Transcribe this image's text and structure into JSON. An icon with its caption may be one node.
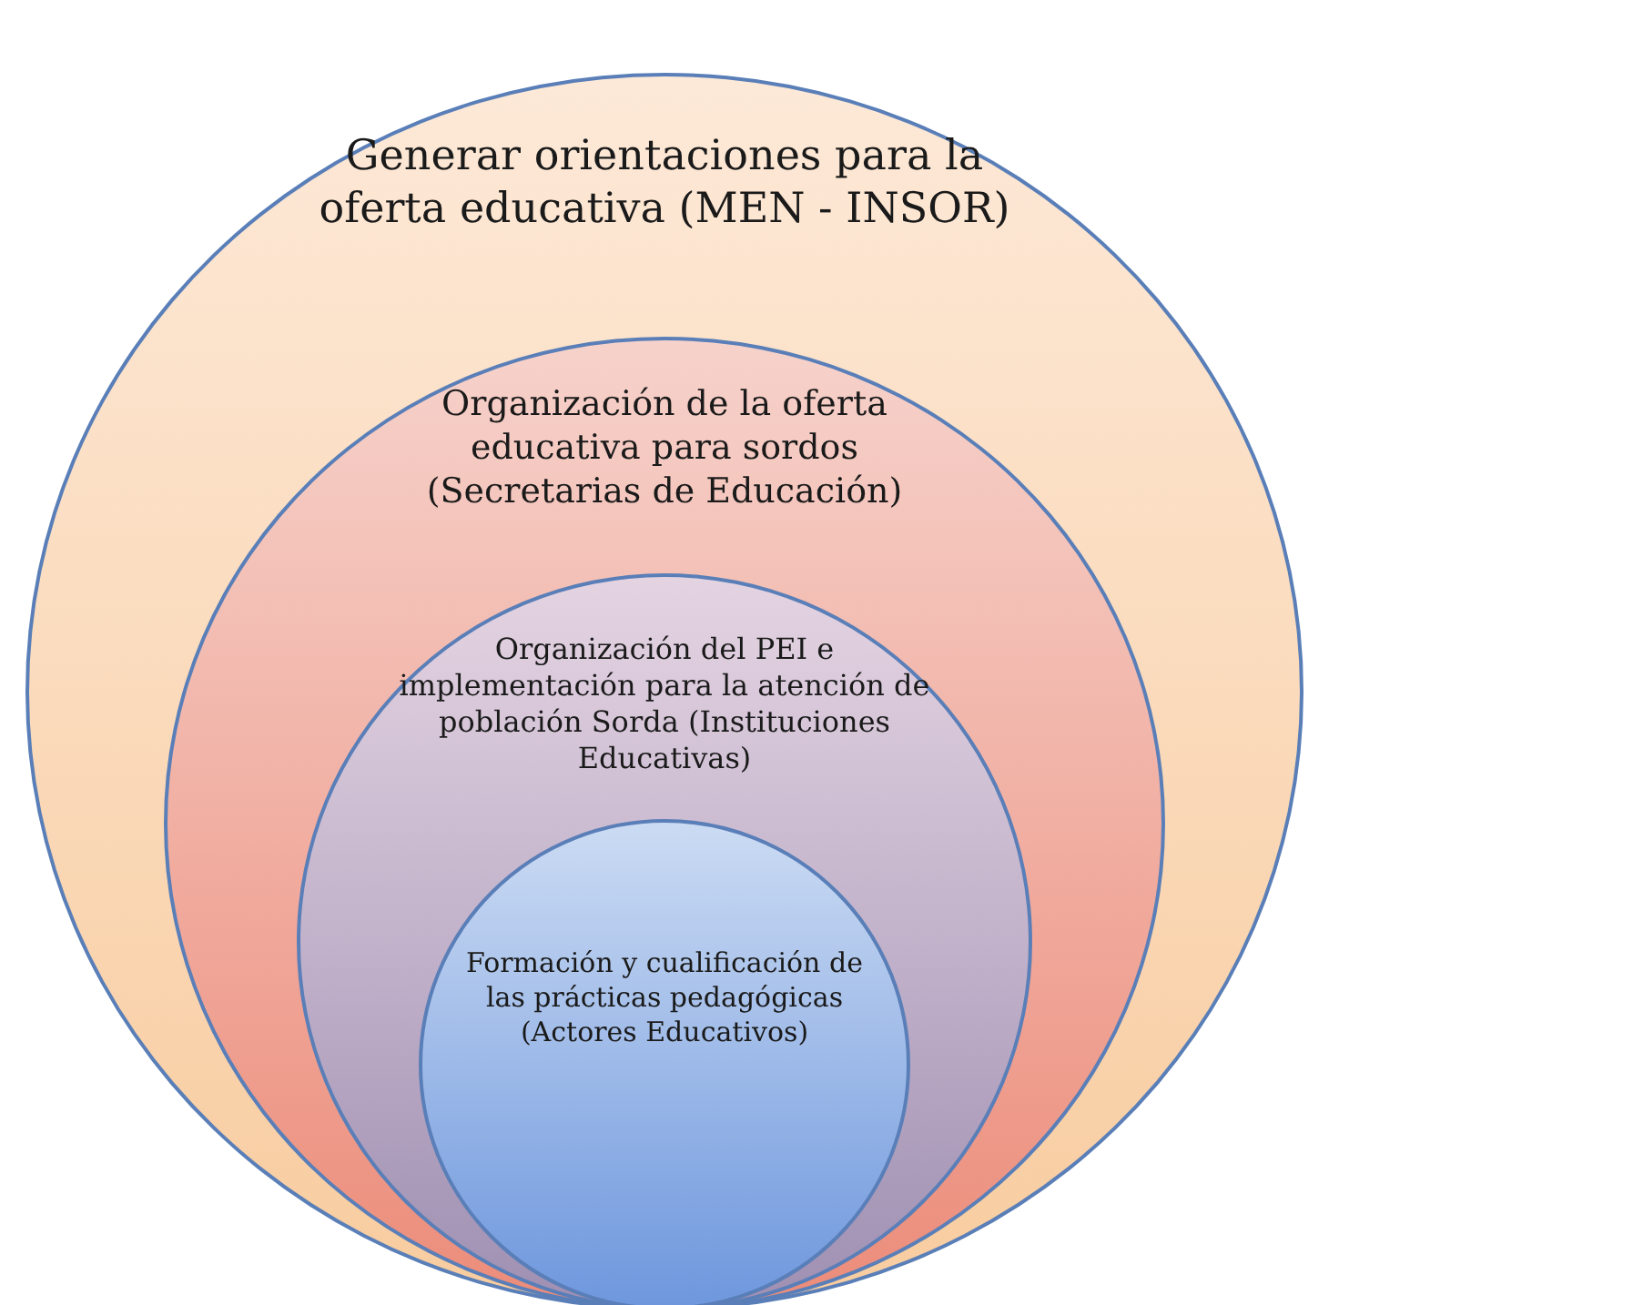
{
  "diagram": {
    "nodes": [
      {
        "text": [
          "Generar orientaciones para la oferta educativa (MEN - INSOR)"
        ]
      },
      {
        "text": [
          "Organización de la oferta educativa para sordos (Secretarias de Educación)"
        ],
        "in": 0
      },
      {
        "text": [
          "Organización del PEI e implementación para la atención de población Sorda (Instituciones Educativas)"
        ],
        "in": 1
      },
      {
        "text": [
          "Formación y cualificación de las prácticas pedagógicas (Actores Educativos)"
        ],
        "in": 2
      }
    ]
  }
}
